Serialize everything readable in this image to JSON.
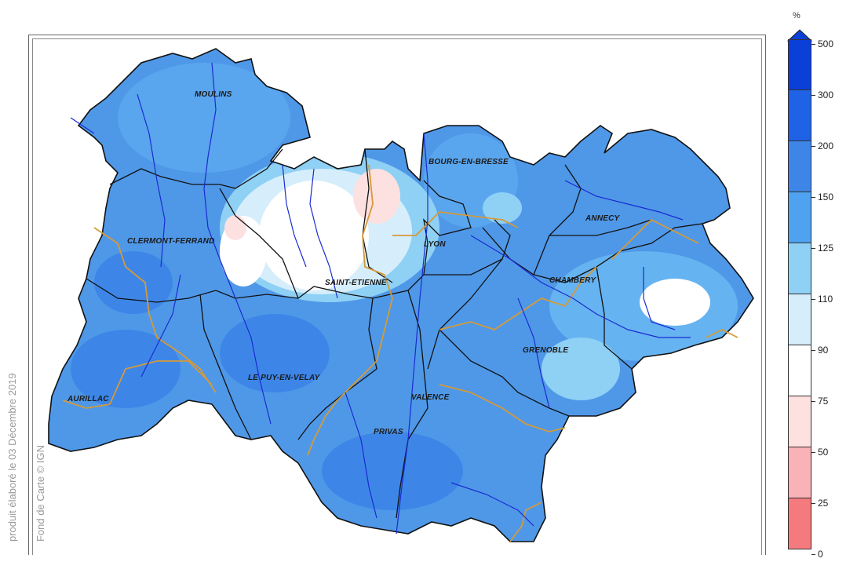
{
  "side_text": {
    "produced": "produit élaboré le 03 Décembre 2019",
    "basemap": "Fond de Carte © IGN"
  },
  "cities": [
    {
      "name": "MOULINS"
    },
    {
      "name": "BOURG-EN-BRESSE"
    },
    {
      "name": "ANNECY"
    },
    {
      "name": "CLERMONT-FERRAND"
    },
    {
      "name": "LYON"
    },
    {
      "name": "CHAMBERY"
    },
    {
      "name": "SAINT-ETIENNE"
    },
    {
      "name": "GRENOBLE"
    },
    {
      "name": "LE PUY-EN-VELAY"
    },
    {
      "name": "AURILLAC"
    },
    {
      "name": "VALENCE"
    },
    {
      "name": "PRIVAS"
    }
  ],
  "legend": {
    "unit": "%",
    "classes": [
      {
        "label": "500",
        "color": "#0a3fd8"
      },
      {
        "label": "300",
        "color": "#1f62e6"
      },
      {
        "label": "200",
        "color": "#3d86e8"
      },
      {
        "label": "150",
        "color": "#4fa2ef"
      },
      {
        "label": "125",
        "color": "#8fd0f5"
      },
      {
        "label": "110",
        "color": "#d6eefb"
      },
      {
        "label": "90",
        "color": "#ffffff"
      },
      {
        "label": "75",
        "color": "#fde0e0"
      },
      {
        "label": "50",
        "color": "#f9b2b6"
      },
      {
        "label": "25",
        "color": "#f47a7e"
      },
      {
        "label": "0",
        "color": "#ef3a3a"
      }
    ],
    "overflow_arrow_color": "#0a3fd8"
  },
  "colors": {
    "region_fill": "#4f98e8",
    "department_border": "#111111",
    "river": "#1a2bd0",
    "limit_line": "#d49a3a"
  }
}
